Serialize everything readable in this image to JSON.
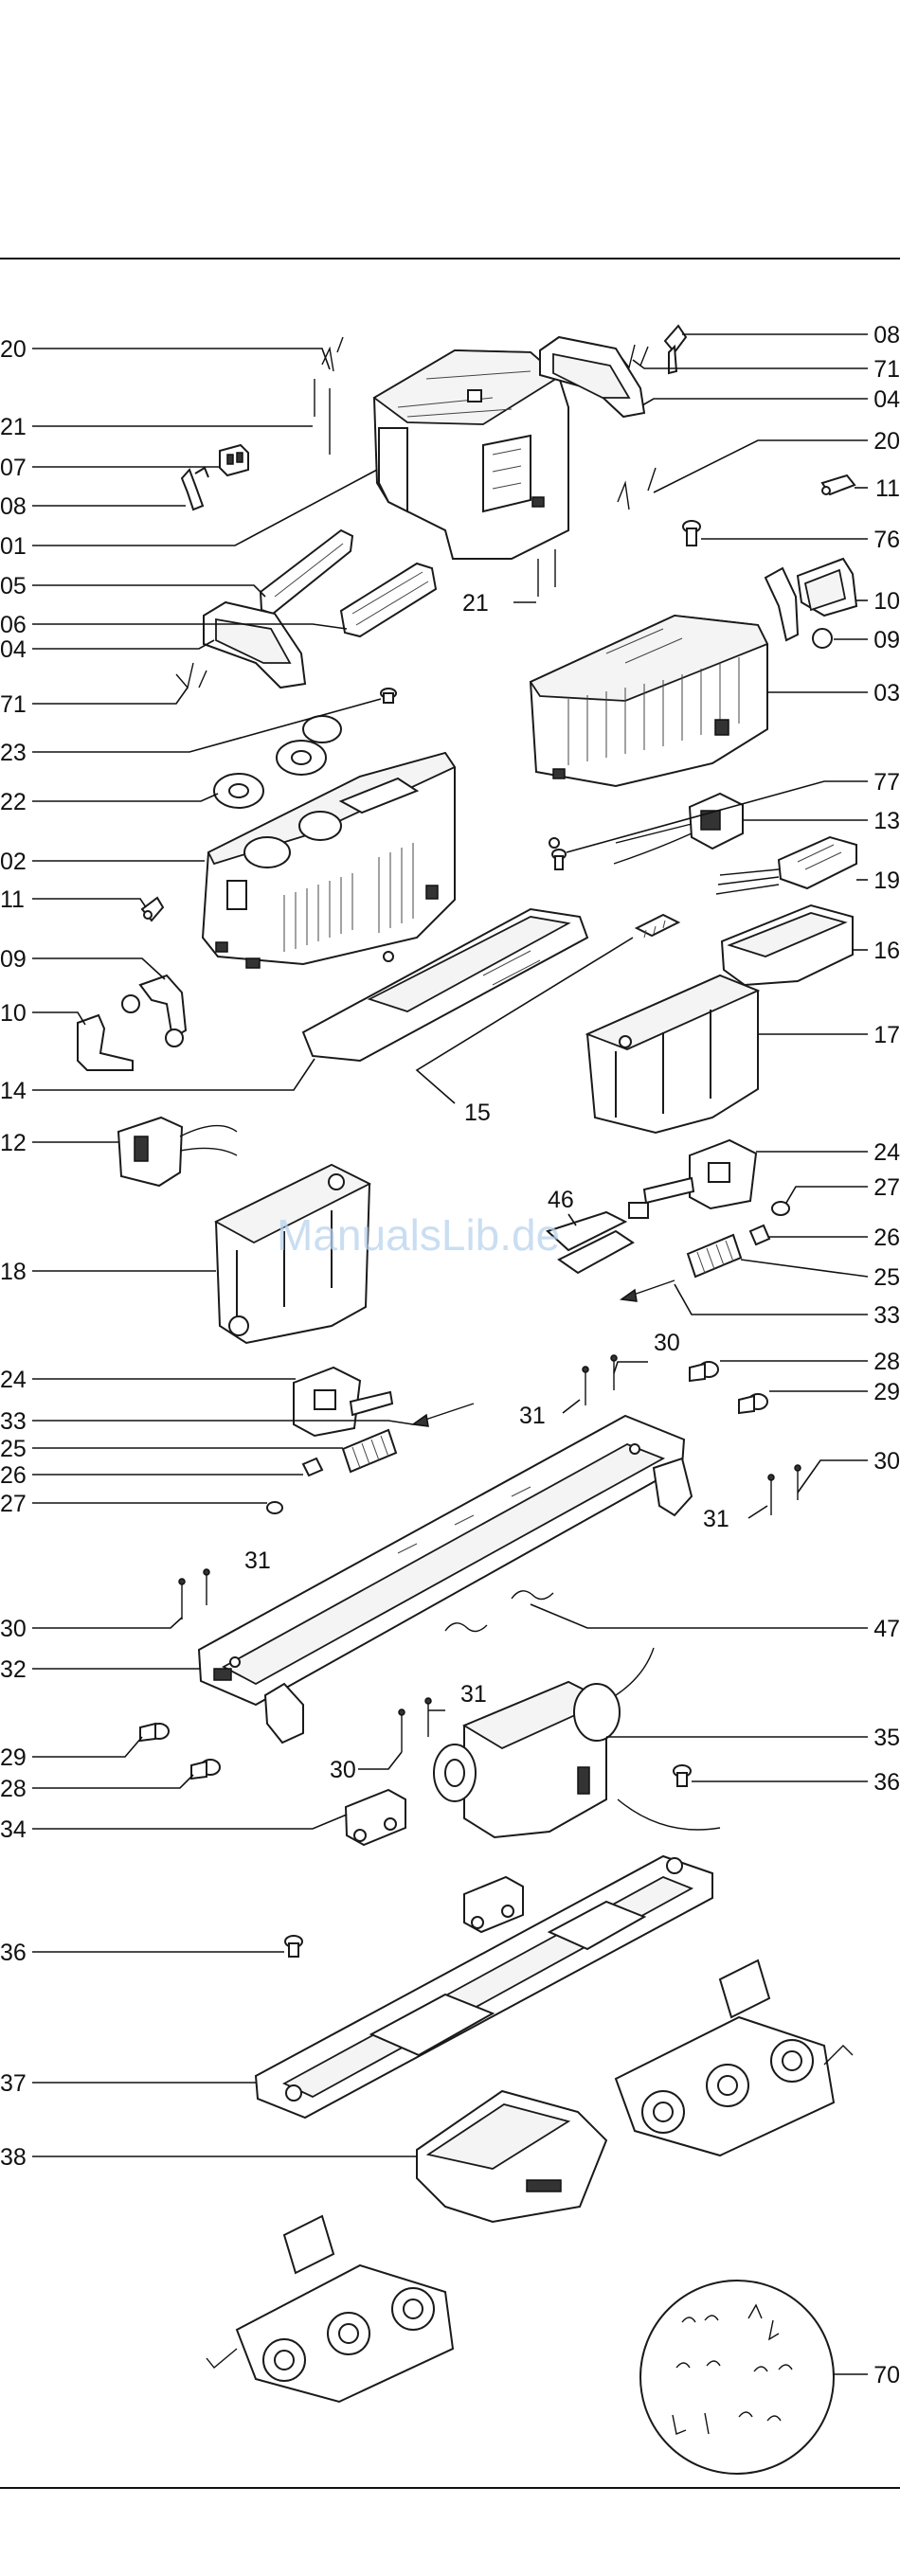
{
  "watermark": "ManualsLib.de",
  "callouts": [
    {
      "id": "c20a",
      "label": "20"
    },
    {
      "id": "c21a",
      "label": "21"
    },
    {
      "id": "c07",
      "label": "07"
    },
    {
      "id": "c08a",
      "label": "08"
    },
    {
      "id": "c01",
      "label": "01"
    },
    {
      "id": "c05",
      "label": "05"
    },
    {
      "id": "c06",
      "label": "06"
    },
    {
      "id": "c04a",
      "label": "04"
    },
    {
      "id": "c71a",
      "label": "71"
    },
    {
      "id": "c23",
      "label": "23"
    },
    {
      "id": "c22",
      "label": "22"
    },
    {
      "id": "c02",
      "label": "02"
    },
    {
      "id": "c11a",
      "label": "11"
    },
    {
      "id": "c09a",
      "label": "09"
    },
    {
      "id": "c10a",
      "label": "10"
    },
    {
      "id": "c14",
      "label": "14"
    },
    {
      "id": "c12",
      "label": "12"
    },
    {
      "id": "c18",
      "label": "18"
    },
    {
      "id": "c24a",
      "label": "24"
    },
    {
      "id": "c33a",
      "label": "33"
    },
    {
      "id": "c25a",
      "label": "25"
    },
    {
      "id": "c26a",
      "label": "26"
    },
    {
      "id": "c27a",
      "label": "27"
    },
    {
      "id": "c31a",
      "label": "31"
    },
    {
      "id": "c30a",
      "label": "30"
    },
    {
      "id": "c32",
      "label": "32"
    },
    {
      "id": "c29a",
      "label": "29"
    },
    {
      "id": "c28a",
      "label": "28"
    },
    {
      "id": "c30b",
      "label": "30"
    },
    {
      "id": "c31b",
      "label": "31"
    },
    {
      "id": "c34",
      "label": "34"
    },
    {
      "id": "c36a",
      "label": "36"
    },
    {
      "id": "c37",
      "label": "37"
    },
    {
      "id": "c38",
      "label": "38"
    },
    {
      "id": "c08b",
      "label": "08"
    },
    {
      "id": "c71b",
      "label": "71"
    },
    {
      "id": "c04b",
      "label": "04"
    },
    {
      "id": "c20b",
      "label": "20"
    },
    {
      "id": "c11b",
      "label": "11"
    },
    {
      "id": "c76",
      "label": "76"
    },
    {
      "id": "c10b",
      "label": "10"
    },
    {
      "id": "c21b",
      "label": "21"
    },
    {
      "id": "c09b",
      "label": "09"
    },
    {
      "id": "c03",
      "label": "03"
    },
    {
      "id": "c77",
      "label": "77"
    },
    {
      "id": "c13",
      "label": "13"
    },
    {
      "id": "c19",
      "label": "19"
    },
    {
      "id": "c16",
      "label": "16"
    },
    {
      "id": "c17",
      "label": "17"
    },
    {
      "id": "c15",
      "label": "15"
    },
    {
      "id": "c24b",
      "label": "24"
    },
    {
      "id": "c46",
      "label": "46"
    },
    {
      "id": "c27b",
      "label": "27"
    },
    {
      "id": "c26b",
      "label": "26"
    },
    {
      "id": "c25b",
      "label": "25"
    },
    {
      "id": "c33b",
      "label": "33"
    },
    {
      "id": "c30c",
      "label": "30"
    },
    {
      "id": "c28b",
      "label": "28"
    },
    {
      "id": "c31c",
      "label": "31"
    },
    {
      "id": "c29b",
      "label": "29"
    },
    {
      "id": "c30d",
      "label": "30"
    },
    {
      "id": "c31d",
      "label": "31"
    },
    {
      "id": "c47",
      "label": "47"
    },
    {
      "id": "c35",
      "label": "35"
    },
    {
      "id": "c36b",
      "label": "36"
    },
    {
      "id": "c70",
      "label": "70"
    }
  ]
}
